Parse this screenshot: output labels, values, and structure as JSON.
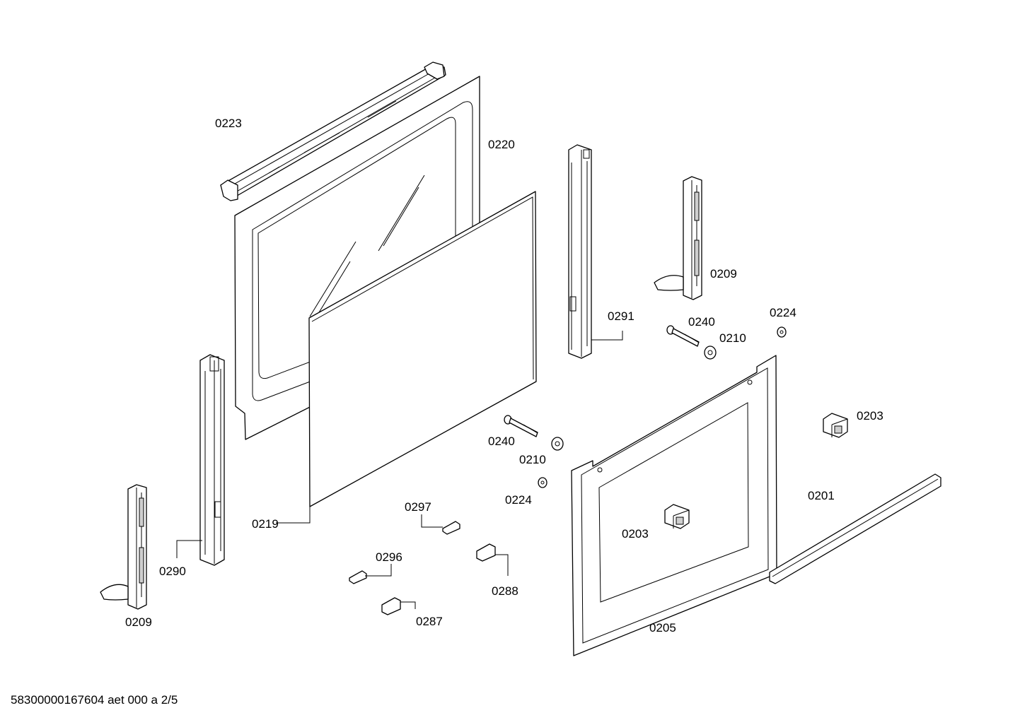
{
  "diagram": {
    "type": "exploded-parts-drawing",
    "labels": [
      {
        "id": "lbl-0223",
        "text": "0223"
      },
      {
        "id": "lbl-0220",
        "text": "0220"
      },
      {
        "id": "lbl-0291",
        "text": "0291"
      },
      {
        "id": "lbl-0209-right",
        "text": "0209"
      },
      {
        "id": "lbl-0240-upper",
        "text": "0240"
      },
      {
        "id": "lbl-0224-upper",
        "text": "0224"
      },
      {
        "id": "lbl-0210-upper",
        "text": "0210"
      },
      {
        "id": "lbl-0203-right",
        "text": "0203"
      },
      {
        "id": "lbl-0240-lower",
        "text": "0240"
      },
      {
        "id": "lbl-0210-lower",
        "text": "0210"
      },
      {
        "id": "lbl-0224-lower",
        "text": "0224"
      },
      {
        "id": "lbl-0201",
        "text": "0201"
      },
      {
        "id": "lbl-0297",
        "text": "0297"
      },
      {
        "id": "lbl-0219",
        "text": "0219"
      },
      {
        "id": "lbl-0203-center",
        "text": "0203"
      },
      {
        "id": "lbl-0296",
        "text": "0296"
      },
      {
        "id": "lbl-0290",
        "text": "0290"
      },
      {
        "id": "lbl-0288",
        "text": "0288"
      },
      {
        "id": "lbl-0209-left",
        "text": "0209"
      },
      {
        "id": "lbl-0287",
        "text": "0287"
      },
      {
        "id": "lbl-0205",
        "text": "0205"
      }
    ]
  },
  "footer": {
    "text": "58300000167604 aet 000 a 2/5"
  }
}
